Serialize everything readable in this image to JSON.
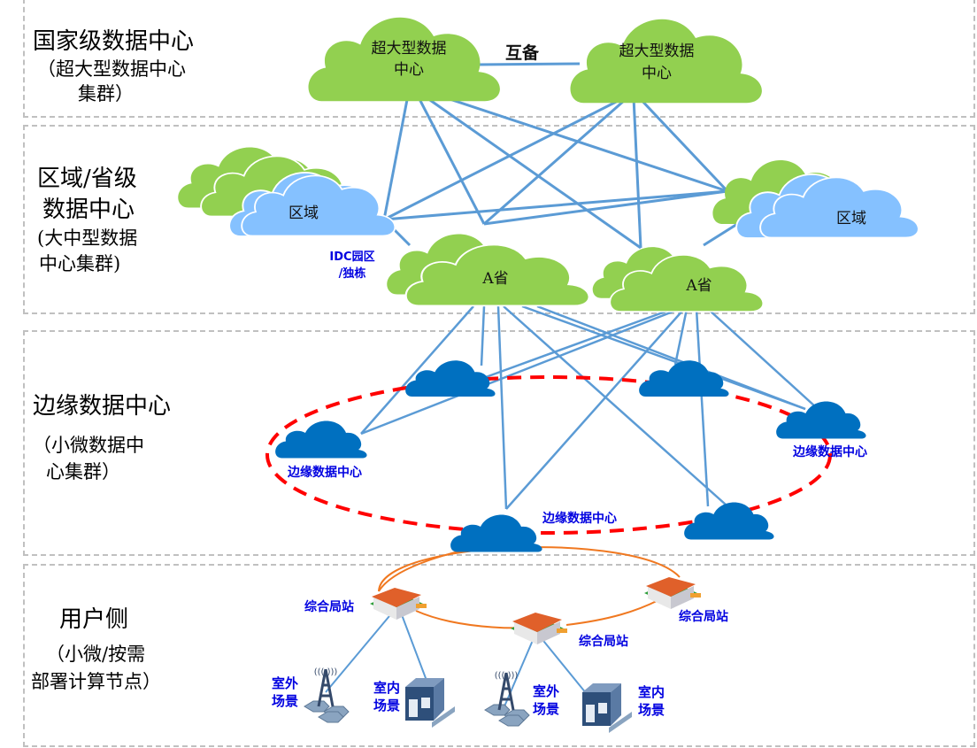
{
  "tiers": [
    {
      "title": "国家级数据中心",
      "subtitle_lines": [
        "（超大型数据中心",
        "集群）"
      ]
    },
    {
      "title_lines": [
        "区域/省级",
        "数据中心"
      ],
      "subtitle_lines": [
        "(大中型数据",
        "中心集群)"
      ]
    },
    {
      "title": "边缘数据中心",
      "subtitle_lines": [
        "（小微数据中",
        "心集群）"
      ]
    },
    {
      "title": "用户侧",
      "subtitle_lines": [
        "（小微/按需",
        "部署计算节点）"
      ]
    }
  ],
  "national": {
    "cloud_left_lines": [
      "超大型数据",
      "中心"
    ],
    "cloud_right_lines": [
      "超大型数据",
      "中心"
    ],
    "link_label": "互备"
  },
  "regional": {
    "region_left": "区域",
    "region_right": "区域",
    "province_left": "A省",
    "province_right": "A省",
    "idc_label_lines": [
      "IDC园区",
      "/独栋"
    ]
  },
  "edge": {
    "labels": [
      "边缘数据中心",
      "边缘数据中心",
      "边缘数据中心"
    ]
  },
  "user": {
    "station_labels": [
      "综合局站",
      "综合局站",
      "综合局站"
    ],
    "outdoor_lines": [
      "室外",
      "场景"
    ],
    "indoor_lines": [
      "室内",
      "场景"
    ]
  },
  "colors": {
    "green_cloud": "#92d050",
    "light_blue_cloud": "#85c1ff",
    "edge_cloud": "#0070c0",
    "link_line": "#5b9bd5",
    "edge_ring": "#ff0000",
    "user_ring": "#f07820",
    "label_blue": "#0000e0",
    "tier_border": "#c0c0c0"
  }
}
